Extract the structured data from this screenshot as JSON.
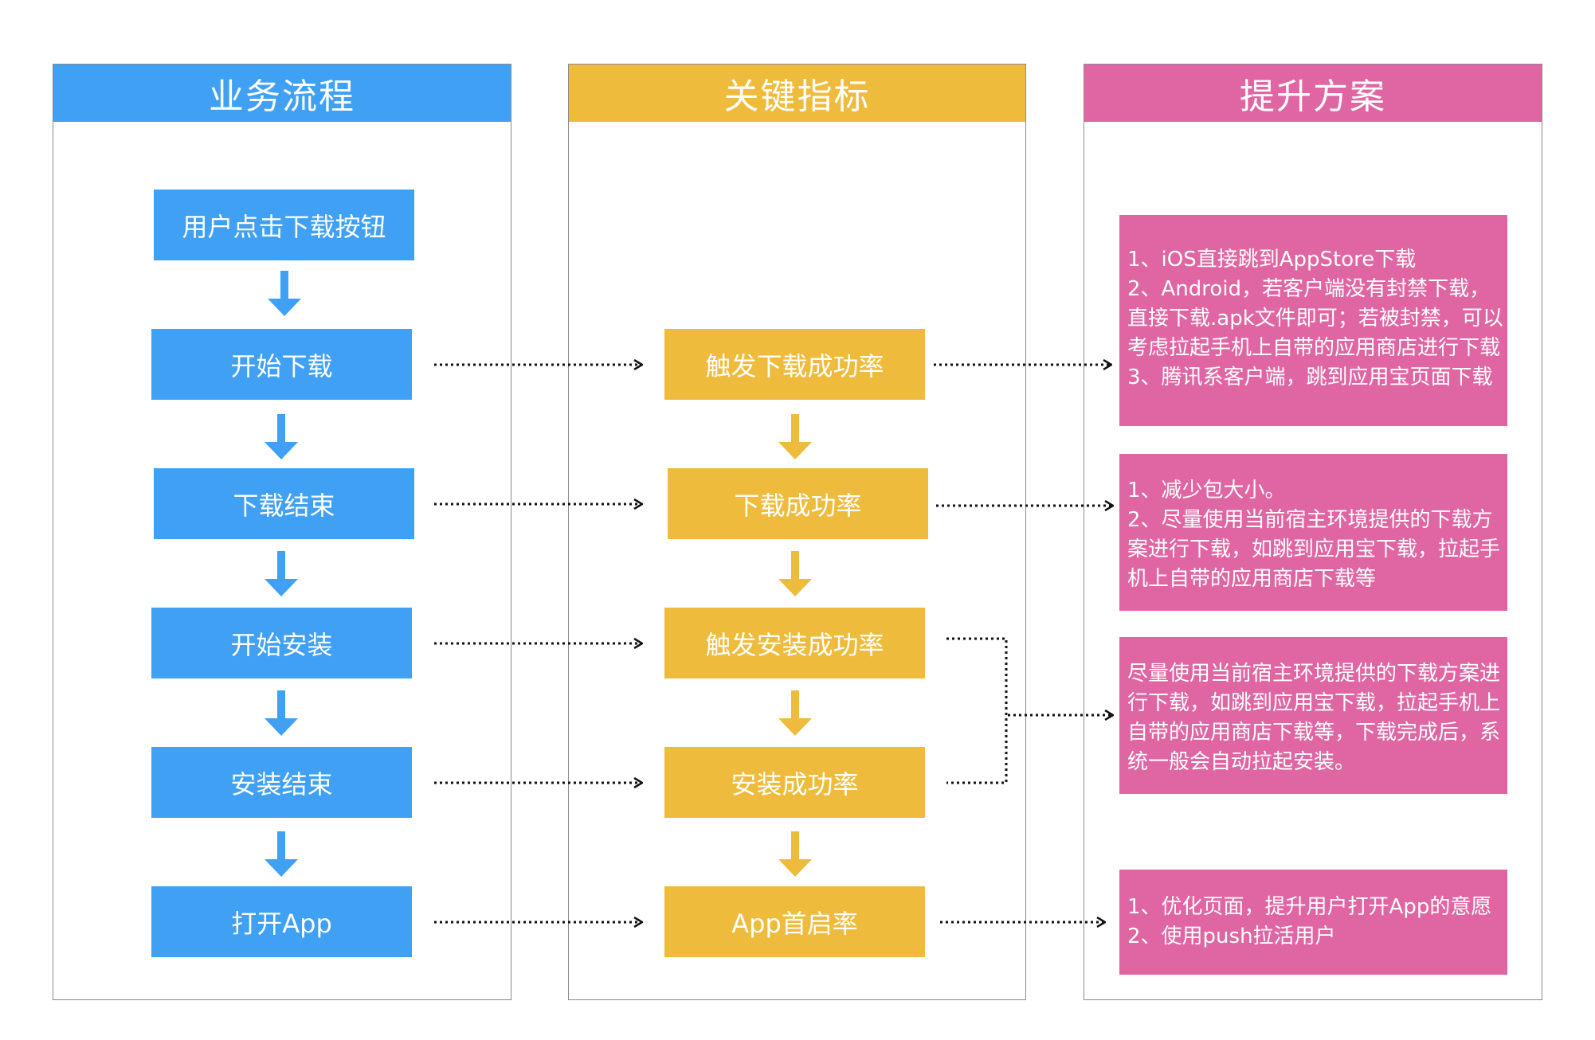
{
  "columns": {
    "process": {
      "title": "业务流程",
      "color": "#3fa0f4"
    },
    "metrics": {
      "title": "关键指标",
      "color": "#efbb3c"
    },
    "solutions": {
      "title": "提升方案",
      "color": "#e066a3"
    }
  },
  "process_steps": [
    "用户点击下载按钮",
    "开始下载",
    "下载结束",
    "开始安装",
    "安装结束",
    "打开App"
  ],
  "metrics": [
    "触发下载成功率",
    "下载成功率",
    "触发安装成功率",
    "安装成功率",
    "App首启率"
  ],
  "solutions": [
    {
      "lines": [
        "1、iOS直接跳到AppStore下载",
        "2、Android，若客户端没有封禁下载，",
        "直接下载.apk文件即可；若被封禁，可以",
        "考虑拉起手机上自带的应用商店进行下载",
        "3、腾讯系客户端，跳到应用宝页面下载"
      ]
    },
    {
      "lines": [
        "1、减少包大小。",
        "2、尽量使用当前宿主环境提供的下载方",
        "案进行下载，如跳到应用宝下载，拉起手",
        "机上自带的应用商店下载等"
      ]
    },
    {
      "lines": [
        "尽量使用当前宿主环境提供的下载方案进",
        "行下载，如跳到应用宝下载，拉起手机上",
        "自带的应用商店下载等，下载完成后，系",
        "统一般会自动拉起安装。"
      ]
    },
    {
      "lines": [
        "1、优化页面，提升用户打开App的意愿",
        "2、使用push拉活用户"
      ]
    }
  ]
}
